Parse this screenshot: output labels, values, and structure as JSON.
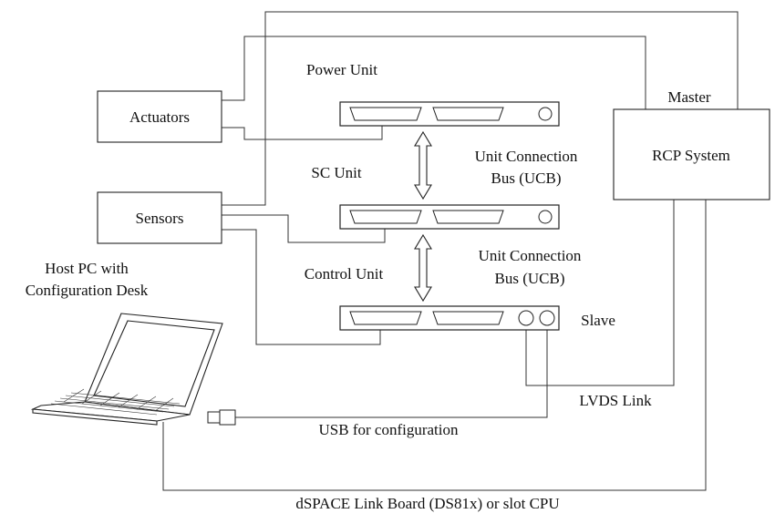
{
  "diagram": {
    "actuators": "Actuators",
    "sensors": "Sensors",
    "power_unit": "Power Unit",
    "sc_unit": "SC Unit",
    "control_unit": "Control Unit",
    "ucb1_line1": "Unit Connection",
    "ucb1_line2": "Bus (UCB)",
    "ucb2_line1": "Unit Connection",
    "ucb2_line2": "Bus (UCB)",
    "master": "Master",
    "rcp_system": "RCP System",
    "slave": "Slave",
    "host_pc_line1": "Host PC with",
    "host_pc_line2": "Configuration Desk",
    "lvds_link": "LVDS Link",
    "usb_config": "USB for configuration",
    "link_board": "dSPACE Link Board (DS81x) or slot CPU"
  }
}
